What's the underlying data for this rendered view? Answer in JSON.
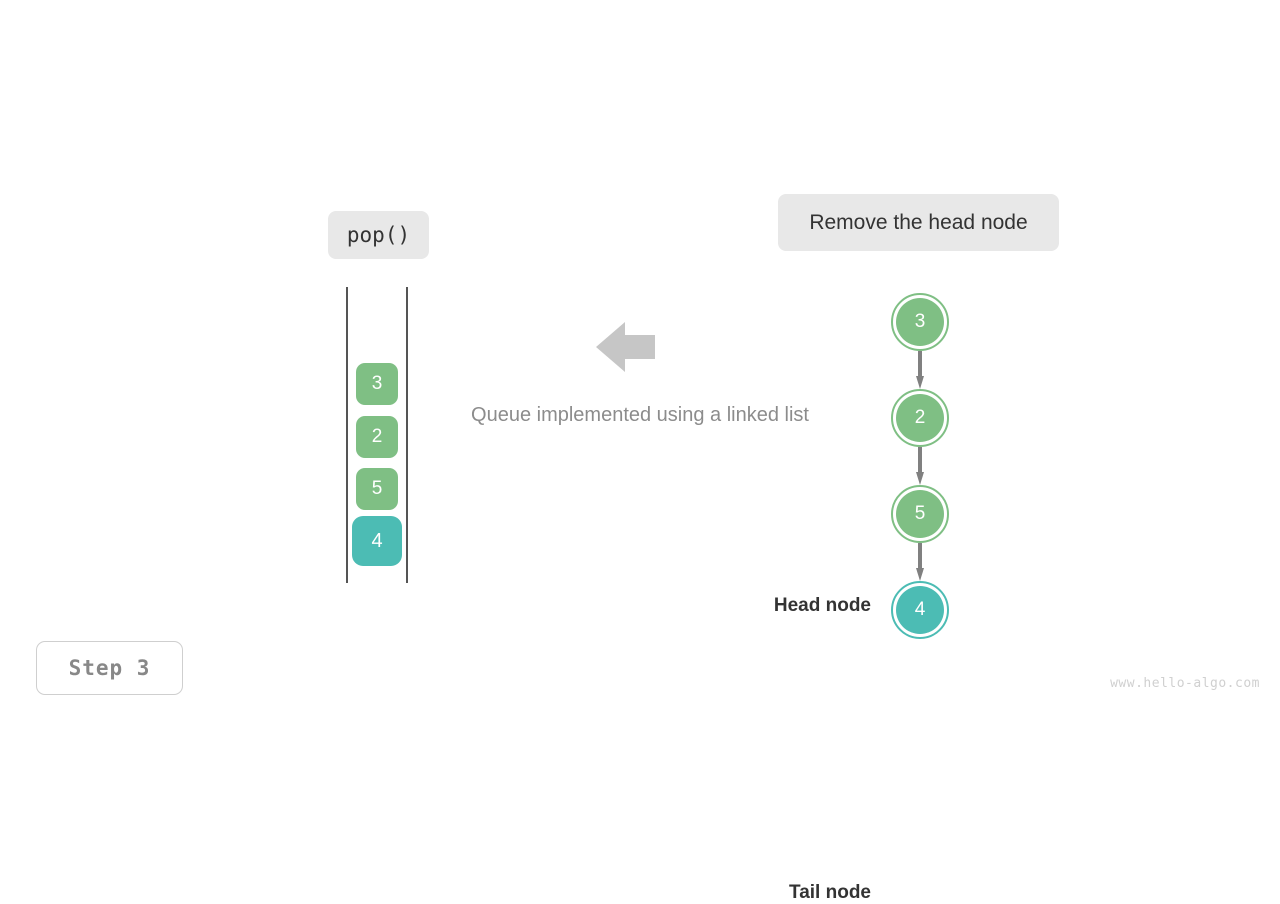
{
  "diagram": {
    "operation_label": "pop()",
    "action_label": "Remove the head node",
    "caption": "Queue implemented using a linked list",
    "step_label": "Step  3",
    "watermark": "www.hello-algo.com",
    "flow_arrow_icon": "arrow-left-icon",
    "colors": {
      "green": "#7fbf84",
      "teal": "#4cbcb4",
      "chip_background": "#e8e8e8",
      "chip_text": "#333333",
      "caption_text": "#8c8c8c",
      "arrow_gray": "#808080",
      "flow_arrow_gray": "#c6c6c6",
      "rail_gray": "#555555",
      "step_text": "#888888",
      "watermark_text": "#d0d0d0"
    }
  },
  "queue_column": {
    "cells": [
      {
        "value": "3",
        "color": "#7fbf84",
        "highlight": false
      },
      {
        "value": "2",
        "color": "#7fbf84",
        "highlight": false
      },
      {
        "value": "5",
        "color": "#7fbf84",
        "highlight": false
      },
      {
        "value": "4",
        "color": "#4cbcb4",
        "highlight": true
      }
    ]
  },
  "linked_list": {
    "head_label": "Head node",
    "tail_label": "Tail node",
    "nodes": [
      {
        "value": "3",
        "color": "#7fbf84",
        "role": "head"
      },
      {
        "value": "2",
        "color": "#7fbf84",
        "role": "middle"
      },
      {
        "value": "5",
        "color": "#7fbf84",
        "role": "middle"
      },
      {
        "value": "4",
        "color": "#4cbcb4",
        "role": "tail"
      }
    ],
    "edges": [
      {
        "from": "3",
        "to": "2"
      },
      {
        "from": "2",
        "to": "5"
      },
      {
        "from": "5",
        "to": "4"
      }
    ]
  }
}
